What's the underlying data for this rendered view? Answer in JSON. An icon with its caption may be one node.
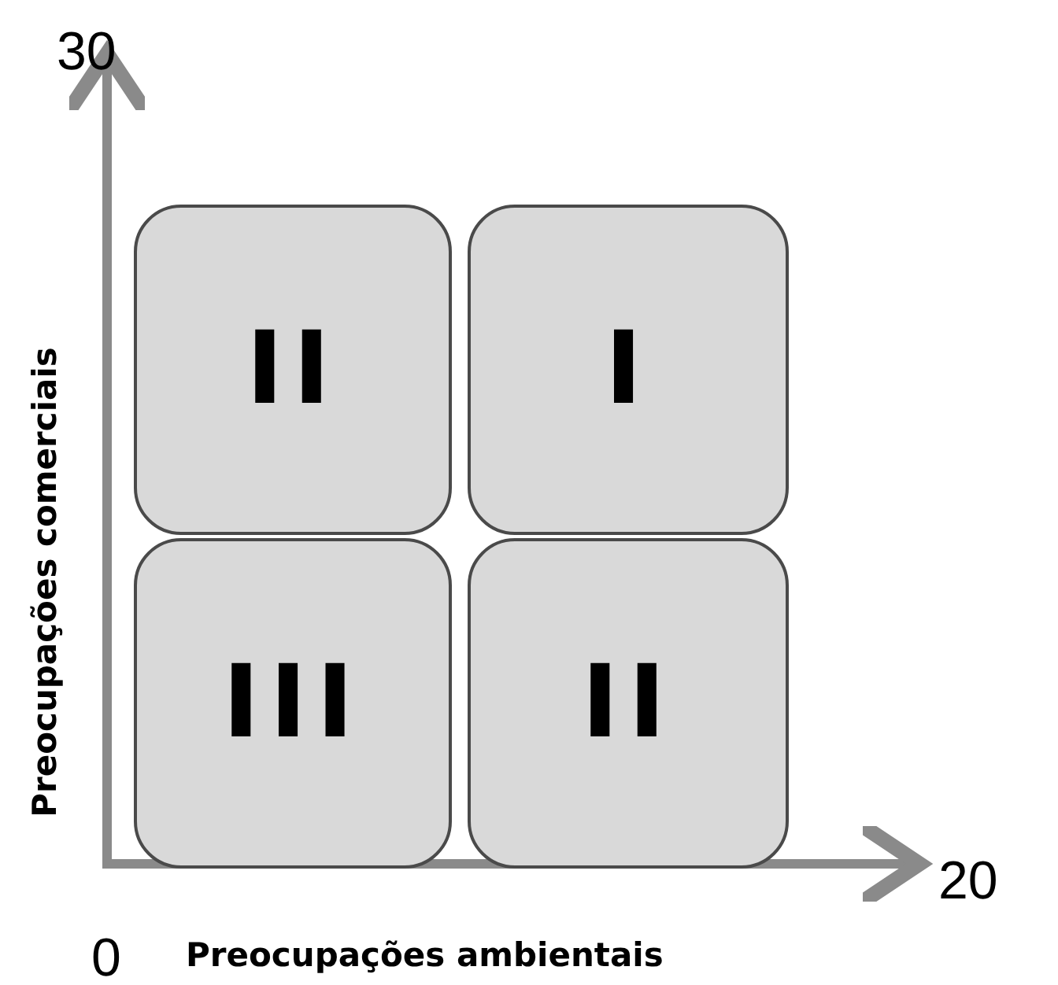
{
  "diagram": {
    "nodes": [
      {
        "text": [
          "II"
        ]
      },
      {
        "text": [
          "I"
        ]
      },
      {
        "text": [
          "III"
        ]
      },
      {
        "text": [
          "II"
        ]
      }
    ],
    "labels": [
      "30",
      "Preocupações comerciais",
      "20",
      "0",
      "Preocupações ambientais"
    ]
  }
}
